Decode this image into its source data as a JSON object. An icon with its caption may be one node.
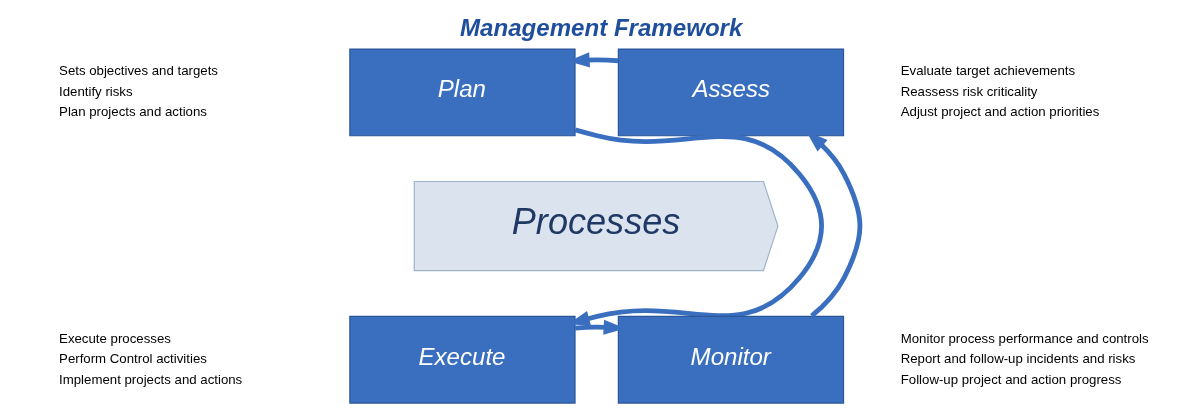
{
  "diagram": {
    "title": "Management Framework",
    "nodes": [
      {
        "text": [
          "Plan"
        ],
        "beside": [
          "Sets objectives and targets",
          "Identify risks",
          "Plan projects and actions"
        ]
      },
      {
        "text": [
          "Assess"
        ],
        "beside": [
          "Evaluate target achievements",
          "Reassess risk criticality",
          "Adjust project and action priorities"
        ]
      },
      {
        "text": [
          "Processes"
        ]
      },
      {
        "text": [
          "Execute"
        ],
        "beside": [
          "Execute processes",
          "Perform Control activities",
          "Implement projects and actions"
        ]
      },
      {
        "text": [
          "Monitor"
        ],
        "beside": [
          "Monitor process performance and controls",
          "Report and follow-up incidents and risks",
          "Follow-up project and action progress"
        ]
      }
    ],
    "edges": [
      {
        "from": 0,
        "to": 3,
        "arrow": "to"
      },
      {
        "from": 3,
        "to": 4,
        "arrow": "to"
      },
      {
        "from": 4,
        "to": 1,
        "arrow": "to"
      },
      {
        "from": 1,
        "to": 0,
        "arrow": "to"
      }
    ]
  }
}
